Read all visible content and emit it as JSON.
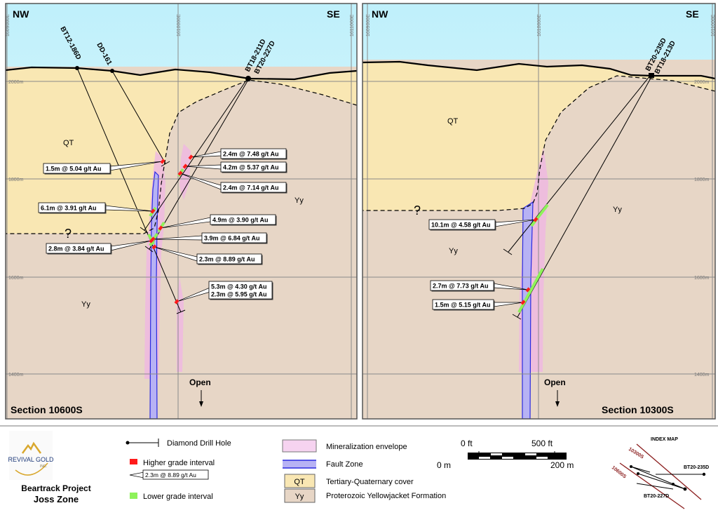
{
  "sections": [
    {
      "title": "Section 10600S",
      "dir_left": "NW",
      "dir_right": "SE",
      "eastings": [
        "1609000E",
        "1610000E",
        "1611000E"
      ],
      "elevations": [
        "2000m",
        "1800m",
        "1600m",
        "1400m"
      ],
      "holes": [
        "BT12-186D",
        "DD-161",
        "BT18-211D",
        "BT20-227D"
      ],
      "units": {
        "qt": "QT",
        "yy": "Yy",
        "yy2": "Yy",
        "unknown": "?"
      },
      "open_label": "Open",
      "intercepts": [
        "1.5m @ 5.04 g/t Au",
        "2.4m @ 7.48 g/t Au",
        "4.2m @ 5.37 g/t Au",
        "2.4m @ 7.14 g/t Au",
        "6.1m @ 3.91 g/t Au",
        "4.9m @ 3.90 g/t Au",
        "3.9m @ 6.84 g/t Au",
        "2.8m @ 3.84 g/t Au",
        "2.3m @ 8.89 g/t Au",
        "5.3m @ 4.30 g/t Au",
        "2.3m @ 5.95 g/t Au"
      ]
    },
    {
      "title": "Section 10300S",
      "dir_left": "NW",
      "dir_right": "SE",
      "eastings": [
        "1609000E",
        "1610000E",
        "1611000E"
      ],
      "elevations": [
        "2000m",
        "1800m",
        "1600m",
        "1400m"
      ],
      "holes": [
        "BT20-235D",
        "BT18-213D"
      ],
      "units": {
        "qt": "QT",
        "yy": "Yy",
        "yy2": "Yy",
        "unknown": "?"
      },
      "open_label": "Open",
      "intercepts": [
        "10.1m @ 4.58 g/t Au",
        "2.7m @ 7.73 g/t Au",
        "1.5m @ 5.15 g/t Au"
      ]
    }
  ],
  "legend": {
    "logo": {
      "name": "REVIVAL GOLD",
      "suffix": "INC."
    },
    "project": "Beartrack Project",
    "zone": "Joss Zone",
    "drill_hole": "Diamond Drill Hole",
    "higher_grade": "Higher grade interval",
    "sample_callout": "2.3m @ 8.89 g/t Au",
    "lower_grade": "Lower grade interval",
    "mineralization": "Mineralization envelope",
    "fault": "Fault Zone",
    "qt_code": "QT",
    "qt_label": "Tertiary-Quaternary cover",
    "yy_code": "Yy",
    "yy_label": "Proterozoic Yellowjacket Formation",
    "scale": {
      "ft0": "0 ft",
      "ft500": "500 ft",
      "m0": "0 m",
      "m200": "200 m"
    },
    "index_map": {
      "title": "INDEX MAP",
      "line1": "10300S",
      "line2": "10600S",
      "hole1": "BT20-235D",
      "hole2": "BT20-227D"
    }
  },
  "colors": {
    "qt": "#f9e7b3",
    "yy": "#e7d6c6",
    "sky": "#c9f1fb",
    "mineralization": "#efb9e0",
    "fault": "#b7b2f4",
    "higher": "#ff1a1a",
    "lower": "#8ef25a"
  }
}
